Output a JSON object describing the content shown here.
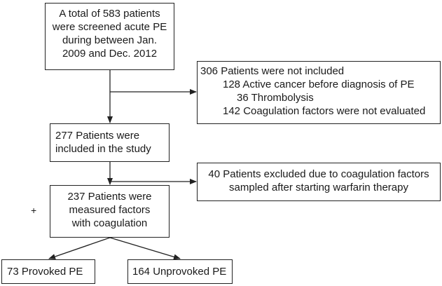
{
  "flowchart": {
    "screened": {
      "lines": [
        "A total of 583 patients",
        "were screened acute PE",
        "during between Jan.",
        "2009 and Dec. 2012"
      ]
    },
    "not_included": {
      "heading": "306 Patients were not included",
      "items": [
        "128 Active cancer before diagnosis of PE",
        "36 Thrombolysis",
        "142 Coagulation factors were not evaluated"
      ]
    },
    "included": {
      "lines": [
        "277 Patients were",
        "included in the study"
      ]
    },
    "excluded": {
      "lines": [
        "40 Patients excluded due to coagulation factors",
        "sampled after starting warfarin therapy"
      ]
    },
    "measured": {
      "lines": [
        "237 Patients were",
        "measured factors",
        "with coagulation"
      ]
    },
    "provoked": {
      "label": "73 Provoked PE"
    },
    "unprovoked": {
      "label": "164 Unprovoked PE"
    },
    "stray_mark": "+"
  }
}
